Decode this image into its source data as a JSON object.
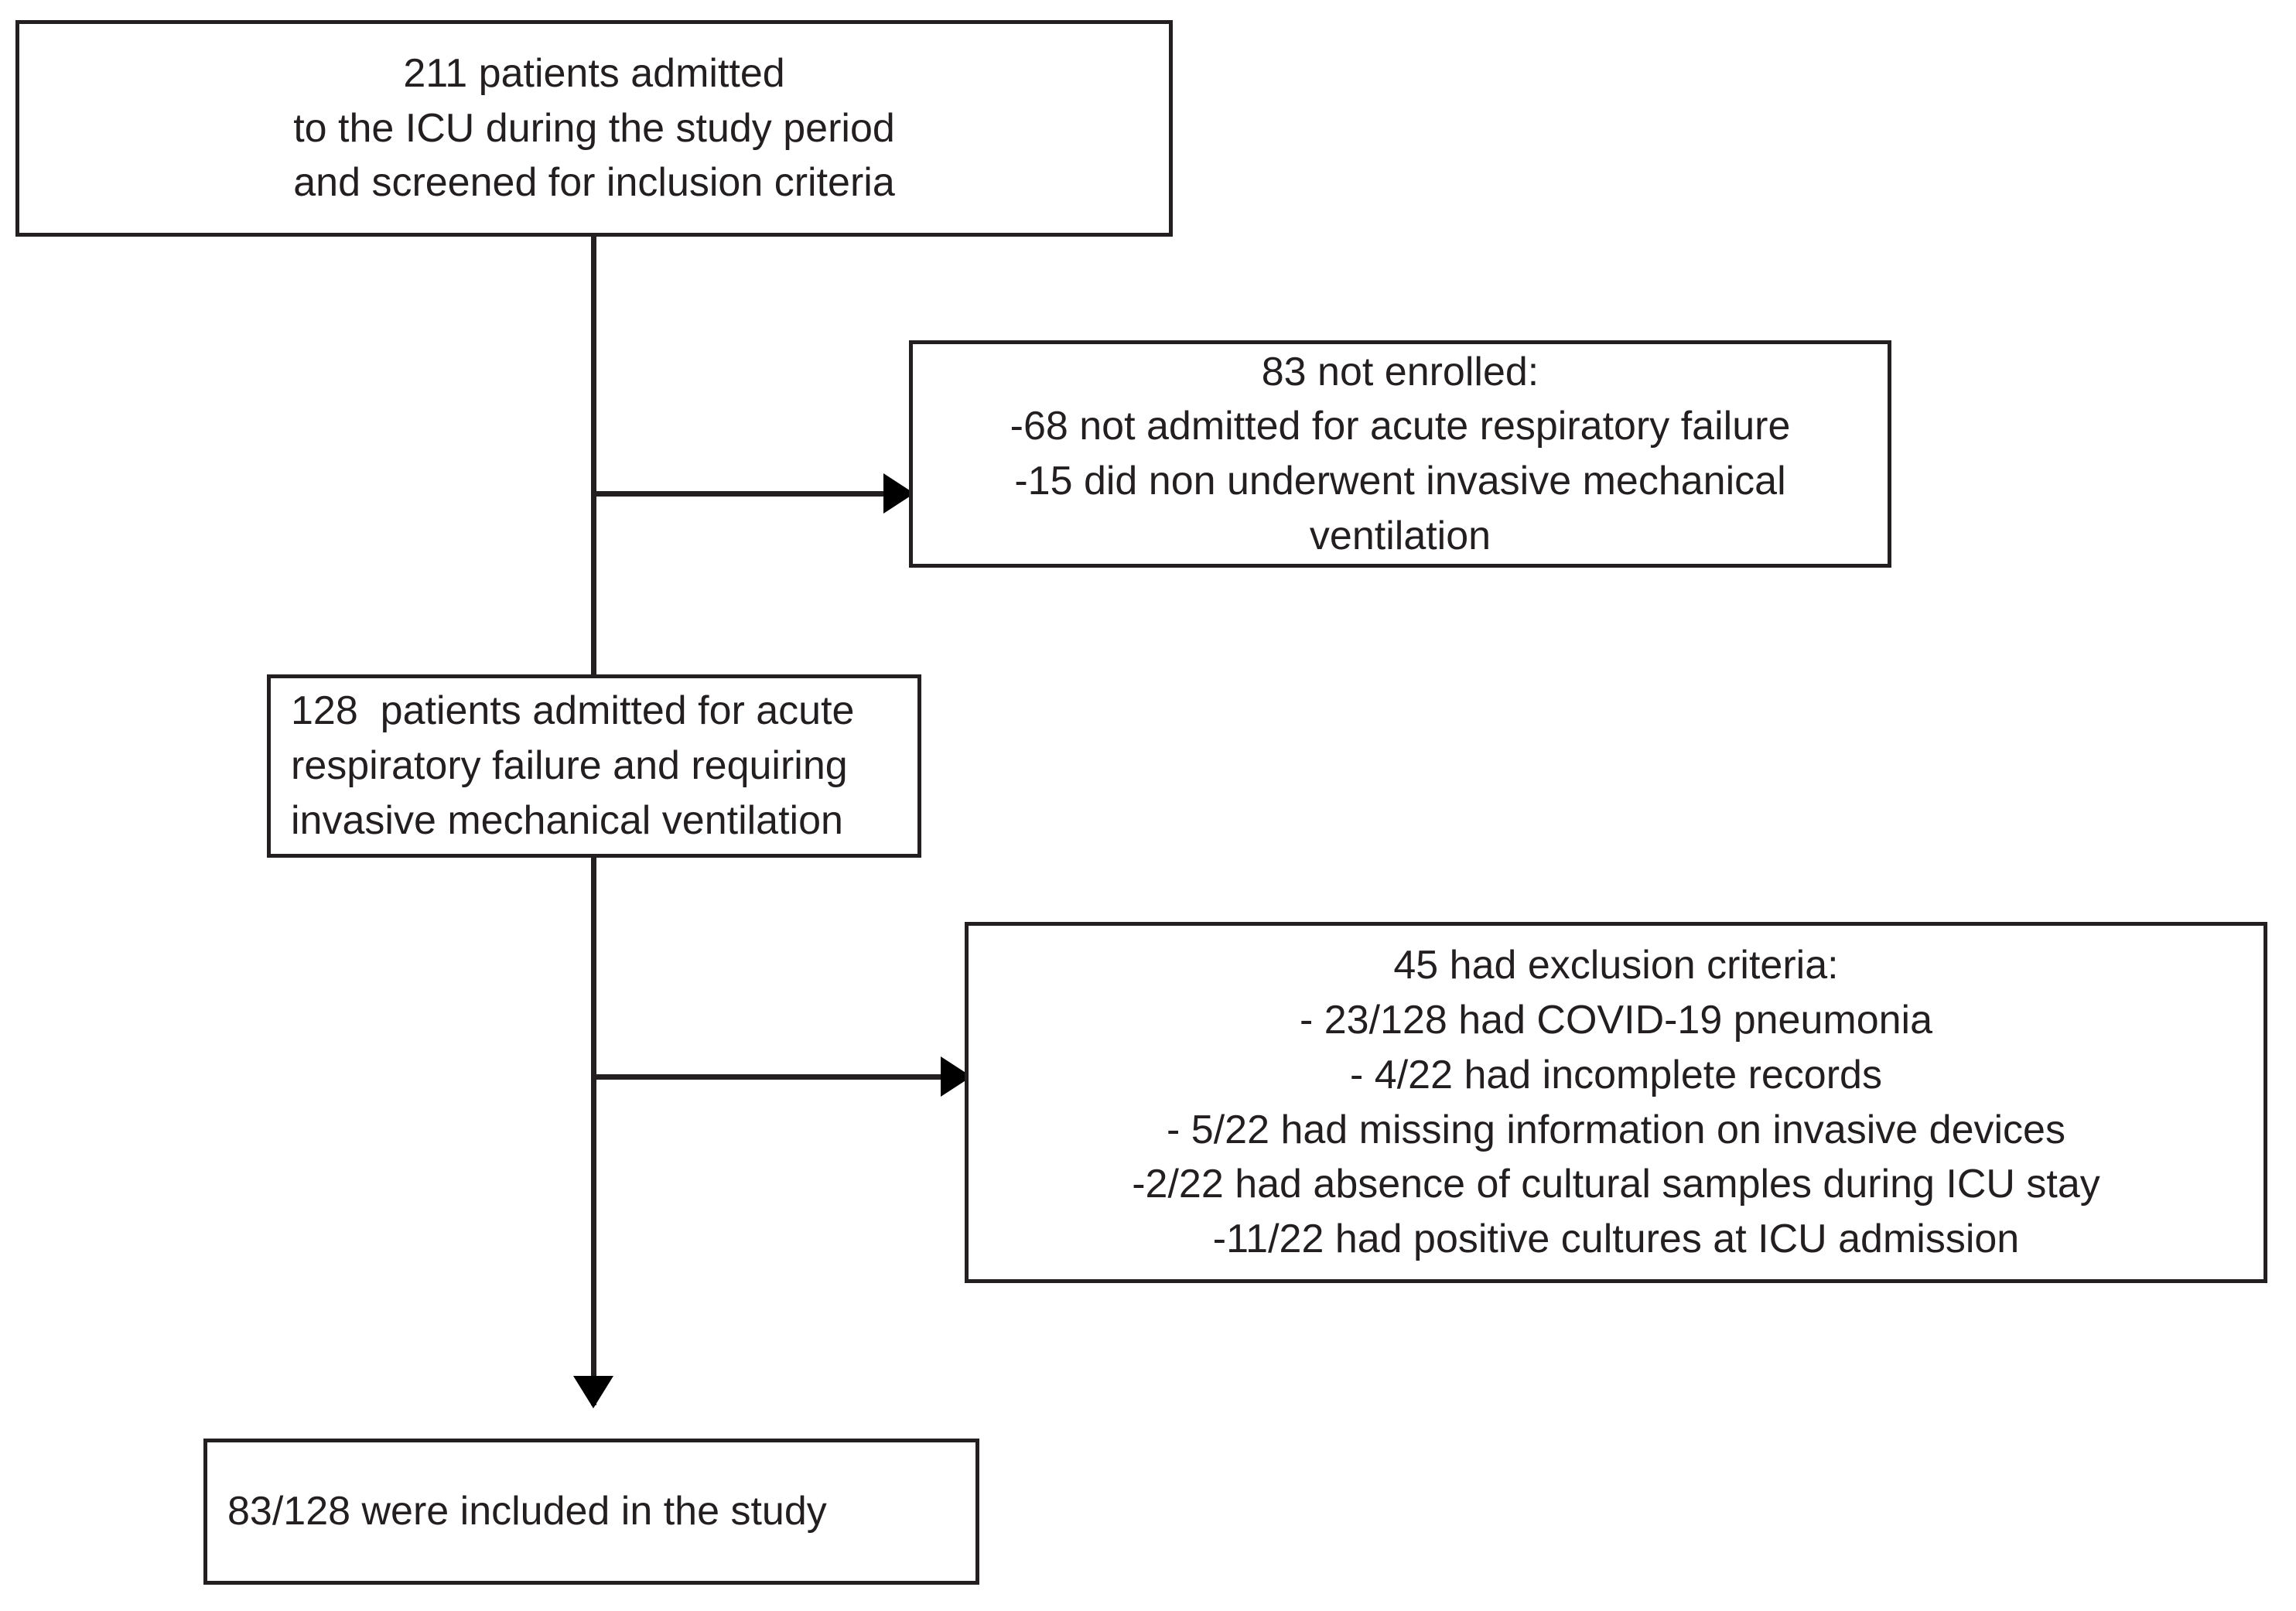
{
  "diagram": {
    "type": "patient-flow-diagram",
    "title": "",
    "background_color": "#ffffff",
    "line_color": "#231f20",
    "nodes": [
      {
        "id": "screened",
        "name": "screened-box",
        "align": "center",
        "lines": [
          "211 patients admitted",
          "to the ICU during the study period",
          "and screened for inclusion criteria"
        ]
      },
      {
        "id": "not_enrolled",
        "name": "not-enrolled-box",
        "align": "center",
        "lines": [
          "83 not enrolled:",
          "-68 not admitted for acute respiratory failure",
          "-15 did non underwent invasive mechanical",
          "ventilation"
        ]
      },
      {
        "id": "admitted",
        "name": "admitted-arf-box",
        "align": "left",
        "lines": [
          "128  patients admitted for acute",
          "respiratory failure and requiring",
          "invasive mechanical ventilation"
        ]
      },
      {
        "id": "exclusion",
        "name": "exclusion-criteria-box",
        "align": "center",
        "lines": [
          "45 had exclusion criteria:",
          "- 23/128 had COVID-19 pneumonia",
          "- 4/22 had incomplete records",
          "- 5/22 had missing information on invasive devices",
          "-2/22 had absence of cultural samples during ICU stay",
          "-11/22 had positive cultures at ICU admission"
        ]
      },
      {
        "id": "included",
        "name": "included-box",
        "align": "left",
        "lines": [
          "83/128 were included in the study"
        ]
      }
    ],
    "counts": {
      "screened": 211,
      "not_enrolled": 83,
      "not_enrolled_breakdown": {
        "not_admitted_for_arf": 68,
        "did_not_undergo_invasive_mv": 15
      },
      "admitted_arf_requiring_imv": 128,
      "excluded": 45,
      "exclusion_breakdown": {
        "covid19_pneumonia": "23/128",
        "incomplete_records": "4/22",
        "missing_info_invasive_devices": "5/22",
        "absence_of_cultural_samples": "2/22",
        "positive_cultures_at_admission": "11/22"
      },
      "included": "83/128"
    }
  }
}
